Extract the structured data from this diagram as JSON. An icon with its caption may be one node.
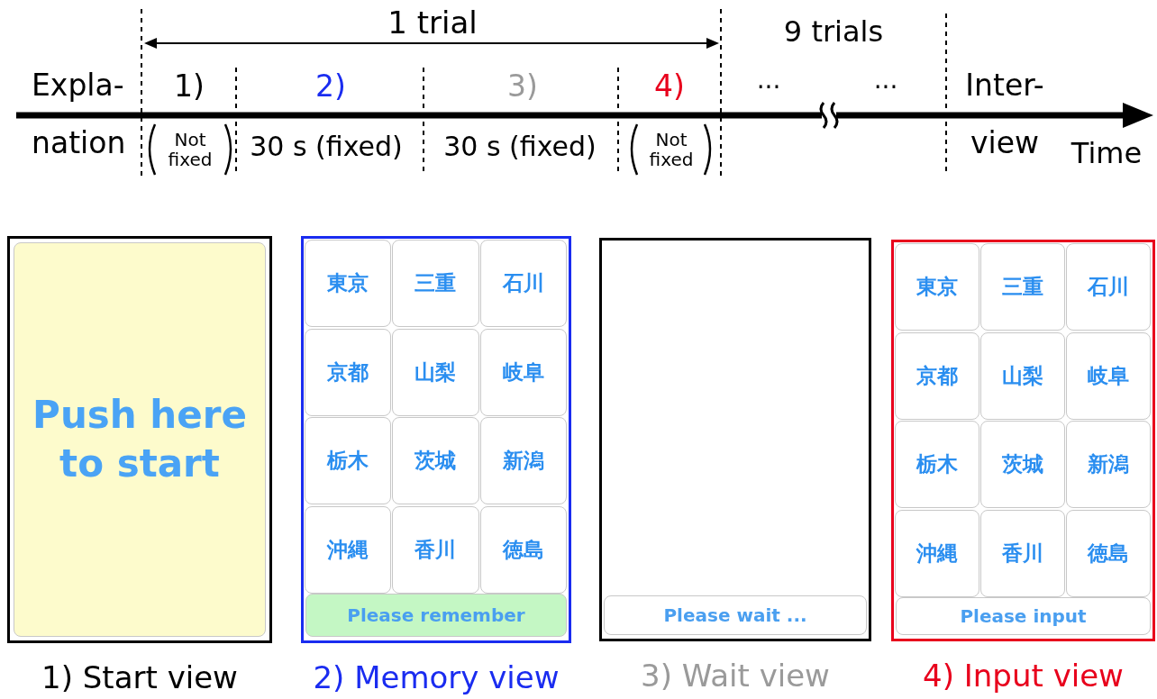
{
  "diagram": {
    "nodes": [
      {
        "text": [
          "1) Start view"
        ]
      },
      {
        "text": [
          "Push here to start"
        ],
        "in": 0
      },
      {
        "text": [
          "2) Memory view"
        ]
      },
      {
        "text": [
          "東京"
        ],
        "in": 2
      },
      {
        "text": [
          "三重"
        ],
        "in": 2
      },
      {
        "text": [
          "石川"
        ],
        "in": 2
      },
      {
        "text": [
          "京都"
        ],
        "in": 2
      },
      {
        "text": [
          "山梨"
        ],
        "in": 2
      },
      {
        "text": [
          "岐阜"
        ],
        "in": 2
      },
      {
        "text": [
          "栃木"
        ],
        "in": 2
      },
      {
        "text": [
          "茨城"
        ],
        "in": 2
      },
      {
        "text": [
          "新潟"
        ],
        "in": 2
      },
      {
        "text": [
          "沖縄"
        ],
        "in": 2
      },
      {
        "text": [
          "香川"
        ],
        "in": 2
      },
      {
        "text": [
          "徳島"
        ],
        "in": 2
      },
      {
        "text": [
          "Please remember"
        ],
        "in": 2
      },
      {
        "text": [
          "3) Wait view"
        ]
      },
      {
        "text": [
          "Please wait ..."
        ],
        "in": 16
      },
      {
        "text": [
          "4) Input view"
        ]
      },
      {
        "text": [
          "東京"
        ],
        "in": 18
      },
      {
        "text": [
          "三重"
        ],
        "in": 18
      },
      {
        "text": [
          "石川"
        ],
        "in": 18
      },
      {
        "text": [
          "京都"
        ],
        "in": 18
      },
      {
        "text": [
          "山梨"
        ],
        "in": 18
      },
      {
        "text": [
          "岐阜"
        ],
        "in": 18
      },
      {
        "text": [
          "栃木"
        ],
        "in": 18
      },
      {
        "text": [
          "茨城"
        ],
        "in": 18
      },
      {
        "text": [
          "新潟"
        ],
        "in": 18
      },
      {
        "text": [
          "沖縄"
        ],
        "in": 18
      },
      {
        "text": [
          "香川"
        ],
        "in": 18
      },
      {
        "text": [
          "徳島"
        ],
        "in": 18
      },
      {
        "text": [
          "Please input"
        ],
        "in": 18
      }
    ],
    "labels": [
      "1 trial",
      "9 trials",
      "Expla- nation",
      "1)",
      "2)",
      "3)",
      "4)",
      "...",
      "...",
      "Inter- view",
      "Not fixed",
      "30 s (fixed)",
      "30 s (fixed)",
      "Not fixed",
      "Time"
    ]
  }
}
